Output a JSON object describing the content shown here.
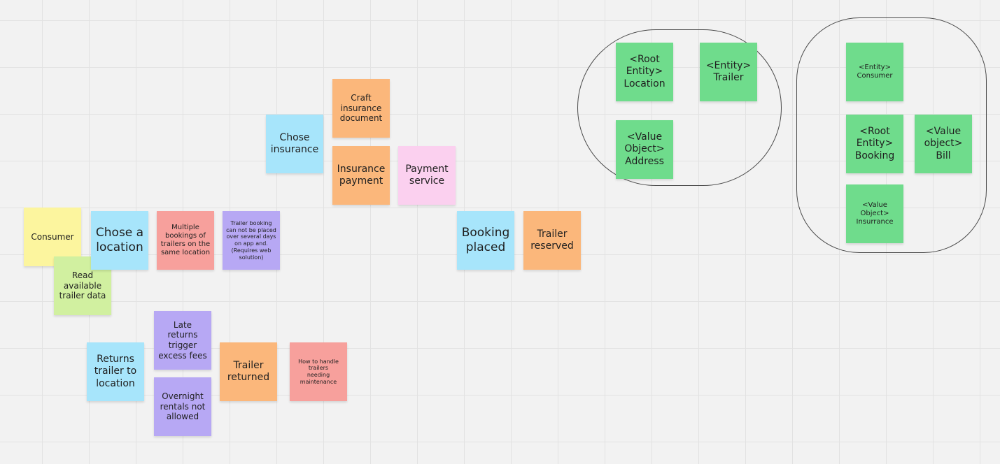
{
  "notes": {
    "consumer": "Consumer",
    "read_trailer_data": "Read\navailable\ntrailer data",
    "chose_location": "Chose a\nlocation",
    "multiple_bookings": "Multiple\nbookings of\ntrailers on the\nsame location",
    "trailer_booking_rule": "Trailer booking\ncan not be placed\nover several days\non app and.\n(Requires web\nsolution)",
    "chose_insurance": "Chose\ninsurance",
    "craft_insurance_document": "Craft\ninsurance\ndocument",
    "insurance_payment": "Insurance\npayment",
    "payment_service": "Payment\nservice",
    "booking_placed": "Booking\nplaced",
    "trailer_reserved": "Trailer\nreserved",
    "returns_trailer": "Returns\ntrailer to\nlocation",
    "late_returns": "Late\nreturns\ntrigger\nexcess fees",
    "overnight_rentals": "Overnight\nrentals not\nallowed",
    "trailer_returned": "Trailer\nreturned",
    "maintenance_question": "How to handle\ntrailers\nneeding\nmaintenance"
  },
  "aggregates": {
    "location_group": {
      "root_location": "<Root\nEntity>\nLocation",
      "entity_trailer": "<Entity>\nTrailer",
      "value_address": "<Value\nObject>\nAddress"
    },
    "booking_group": {
      "entity_consumer": "<Entity>\nConsumer",
      "root_booking": "<Root\nEntity>\nBooking",
      "value_bill": "<Value\nobject>\nBill",
      "value_insurance": "<Value\nObject>\nInsurrance"
    }
  },
  "colors": {
    "actor": "#fcf59e",
    "read_model": "#d1f0a0",
    "command": "#a7e5fb",
    "hotspot": "#f7a09c",
    "policy": "#b7a8f4",
    "event": "#fbb77b",
    "external_system": "#fbd0ef",
    "aggregate": "#6fdc8c"
  }
}
